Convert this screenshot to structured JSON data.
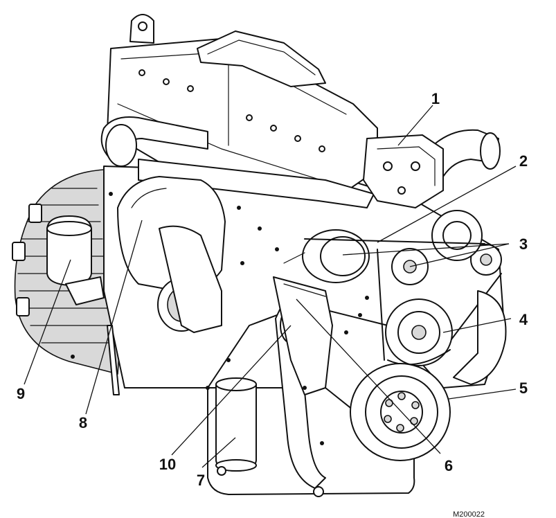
{
  "figure": {
    "callouts": [
      {
        "number": "1"
      },
      {
        "number": "2"
      },
      {
        "number": "3"
      },
      {
        "number": "4"
      },
      {
        "number": "5"
      },
      {
        "number": "6"
      },
      {
        "number": "7"
      },
      {
        "number": "8"
      },
      {
        "number": "9"
      },
      {
        "number": "10"
      }
    ],
    "figure_code": "M200022"
  }
}
